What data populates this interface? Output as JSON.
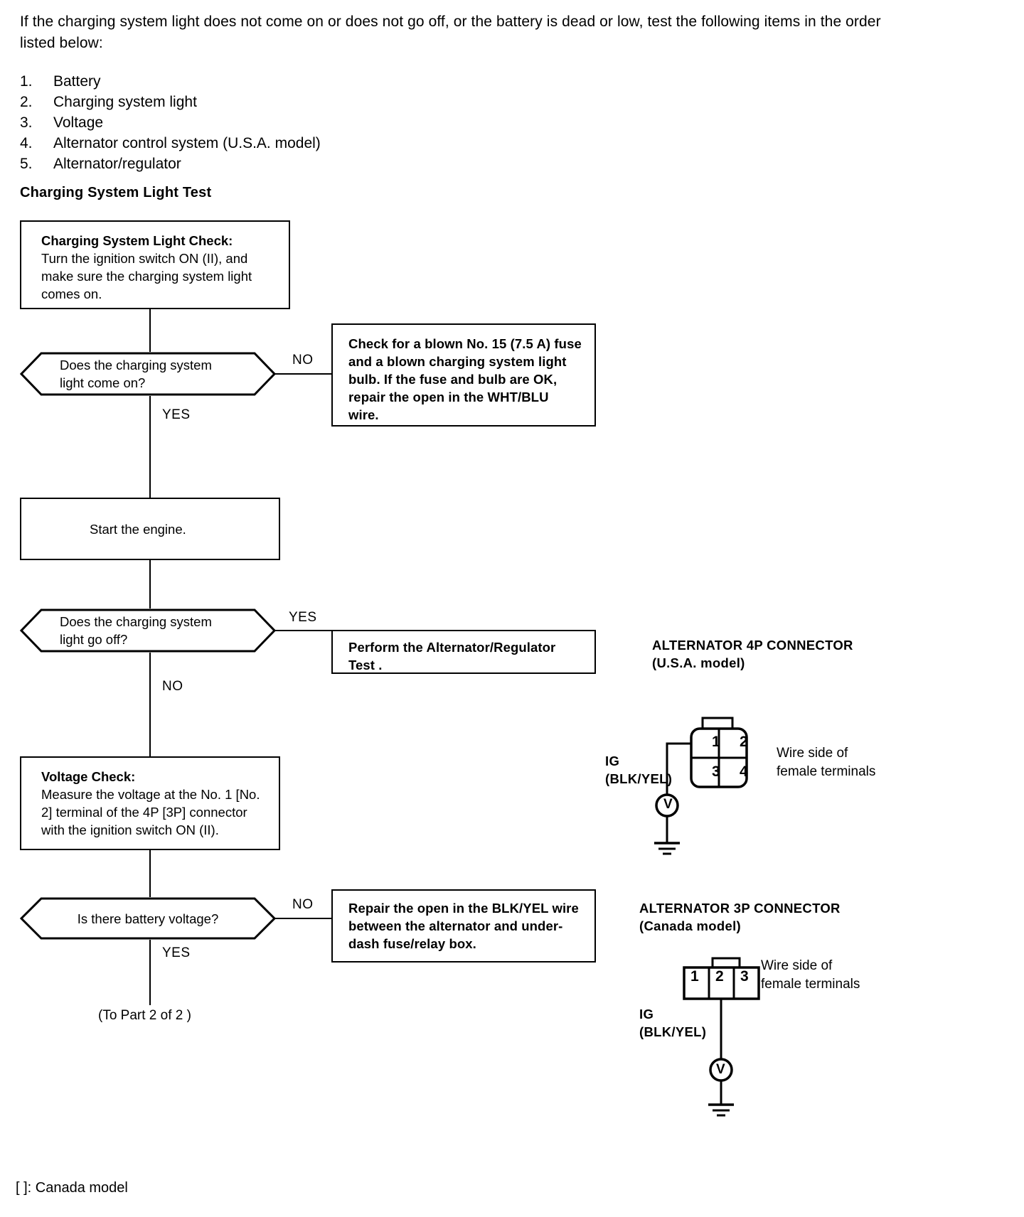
{
  "document": {
    "intro": "If the charging system light does not come on or does not go off, or the battery is dead or low, test the following items in the order listed below:",
    "test_items": [
      {
        "num": "1.",
        "text": "Battery"
      },
      {
        "num": "2.",
        "text": "Charging system light"
      },
      {
        "num": "3.",
        "text": "Voltage"
      },
      {
        "num": "4.",
        "text": "Alternator control system (U.S.A. model)"
      },
      {
        "num": "5.",
        "text": "Alternator/regulator"
      }
    ],
    "section_heading": "Charging System Light Test",
    "footnote": "[ ]: Canada model"
  },
  "flowchart": {
    "step1": {
      "title": "Charging System Light Check:",
      "body": "Turn the ignition switch ON (II), and make sure the charging system light comes on."
    },
    "decision1": {
      "line1": "Does the charging system",
      "line2": "light come on?",
      "no_label": "NO",
      "yes_label": "YES"
    },
    "action1": {
      "body": "Check for a blown No. 15 (7.5 A) fuse and a blown charging system light bulb. If the fuse and bulb are OK, repair the open in the WHT/BLU wire."
    },
    "step2": {
      "body": "Start the engine."
    },
    "decision2": {
      "line1": "Does the charging system",
      "line2": "light go off?",
      "yes_label": "YES",
      "no_label": "NO"
    },
    "action2": {
      "body": "Perform the Alternator/Regulator Test ."
    },
    "step3": {
      "title": "Voltage Check:",
      "body": "Measure the voltage at the No. 1 [No. 2] terminal of the 4P [3P] connector with the ignition switch ON (II)."
    },
    "decision3": {
      "line1": "Is there battery voltage?",
      "no_label": "NO",
      "yes_label": "YES"
    },
    "action3": {
      "body": "Repair the open in the BLK/YEL wire between the alternator and under-dash fuse/relay box."
    },
    "continuation": "(To Part 2 of 2 )"
  },
  "connector_4p": {
    "title": "ALTERNATOR 4P CONNECTOR",
    "subtitle": "(U.S.A. model)",
    "terminals": [
      "1",
      "2",
      "3",
      "4"
    ],
    "wire_label_line1": "IG",
    "wire_label_line2": "(BLK/YEL)",
    "side_note_line1": "Wire side of",
    "side_note_line2": "female terminals",
    "meter_symbol": "V"
  },
  "connector_3p": {
    "title": "ALTERNATOR 3P CONNECTOR",
    "subtitle": "(Canada model)",
    "terminals": [
      "1",
      "2",
      "3"
    ],
    "wire_label_line1": "IG",
    "wire_label_line2": "(BLK/YEL)",
    "side_note_line1": "Wire side of",
    "side_note_line2": "female terminals",
    "meter_symbol": "V"
  },
  "colors": {
    "ink": "#000000",
    "paper": "#ffffff"
  }
}
